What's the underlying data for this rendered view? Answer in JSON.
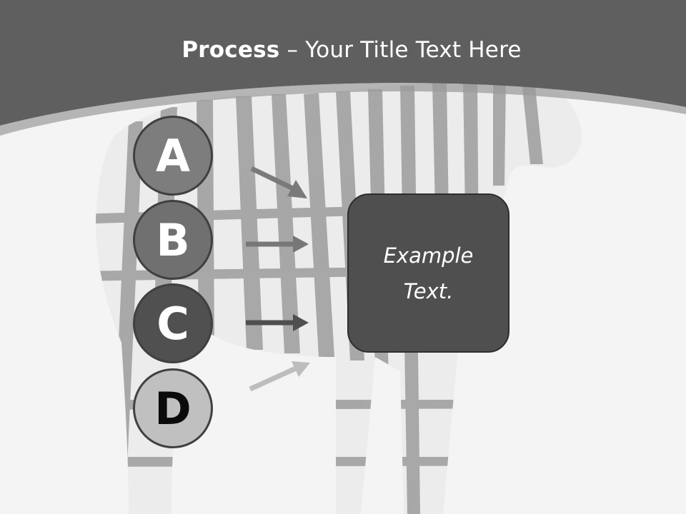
{
  "title": {
    "bold": "Process",
    "rest": " – Your Title Text Here"
  },
  "steps": [
    {
      "label": "A"
    },
    {
      "label": "B"
    },
    {
      "label": "C"
    },
    {
      "label": "D"
    }
  ],
  "target_box": {
    "text": "Example Text."
  },
  "colors": {
    "header": "#5f5f5f",
    "step_a": "#7d7d7d",
    "step_b": "#707070",
    "step_c": "#505050",
    "step_d": "#c0c0c0",
    "box": "#4f4f4f"
  }
}
